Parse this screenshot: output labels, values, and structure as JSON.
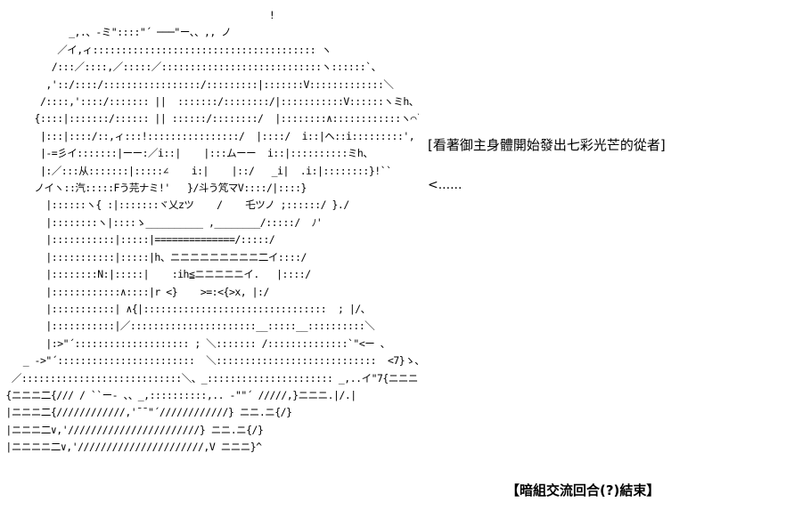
{
  "ascii_art": [
    "                                               !",
    "            _,.、-ミ\"::::\"´ ───\"ー、、,, ノ",
    "          ／イ,ィ::::::::::::::::::::::::::::::::::::::: ヽ",
    "         /:::／::::,／:::::／::::::::::::::::::::::::::::ヽ::::::`、",
    "        ,'::/::::/:::::::::::::::::/:::::::::|:::::::V:::::::::::::＼",
    "       /::::,'::::/::::::: ||  :::::::/::::::::/|:::::::::::V::::::ヽミh、",
    "      {::::|:::::::/:::::: || ::::::/::::::::/  |::::::::∧::::::::::::ヽ⌒`",
    "       |:::|::::/::,ィ:::!::::::::::::::::/  |::::/  i::|ヘ::i:::::::::',",
    "       |-=彡イ:::::::|ーー:／i::|    |:::ムーー  i::|::::::::::ミh、",
    "       |:／:::从:::::::|:::::∠    i:|    |::/   _i|  .i:|::::::::}!``",
    "      ノイヽ::汽:::::Fう芫ナミ!'   }/斗う竼マV::::/|::::}",
    "        |::::::ヽ{ :|:::::::ヾ乂zツ    /    乇ツノ ;::::::/ }./",
    "        |::::::::ヽ|::::ゝ__________ ,________/:::::/  ﾉ'",
    "        |:::::::::::|:::::|==============/:::::/",
    "        |:::::::::::|:::::|h、ニニニニニニニニニ二イ::::/",
    "        |::::::::N:|:::::|    :ih≦ニニニニニイ.   |::::/",
    "        |::::::::::::∧::::|r <}    >=:<{>x, |:/",
    "        |:::::::::::| ∧{|::::::::::::::::::::::::::::::::  ; |/、",
    "        |:::::::::::|／::::::::::::::::::::::__:::::__::::::::::＼",
    "        |:>\"´:::::::::::::::::::: ; ＼::::::: /::::::::::::::`\"<ー 、",
    "    _ ->\"´::::::::::::::::::::::::  ＼::::::::::::::::::::::::::::  <7}ゝ、",
    "  ／::::::::::::::::::::::::::::＼、_:::::::::::::::::::::: _,..イ\"7{ニニニ}/Y",
    " {ニニニ二{/// / ``ー- 、、_,::::::::::,.. -\"\"´ /////,}ニニニ.|/.|",
    " |ニニニ二{////////////,'¯¯\"´////////////} ニニ.ニ{/}",
    " |ニニニ二∨,'///////////////////////} ニニ.ニ{/}",
    " |ニニニニ二∨,'//////////////////////,V ニニニ}^"
  ],
  "caption_top": "[看著御主身體開始發出七彩光芒的從者]",
  "caption_mid": "<......",
  "caption_bottom": "【暗組交流回合(?)結束】"
}
